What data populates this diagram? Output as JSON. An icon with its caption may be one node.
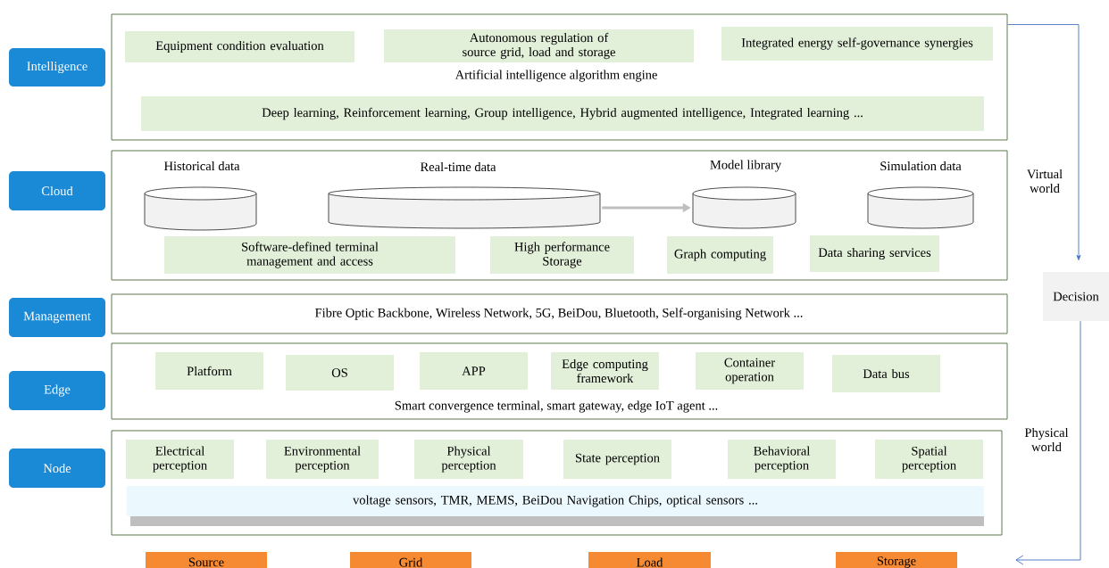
{
  "diagram": {
    "nodes": [
      {
        "text": [
          "Intelligence"
        ]
      },
      {
        "text": [
          "Artificial intelligence algorithm engine"
        ]
      },
      {
        "text": [
          "Equipment condition evaluation"
        ],
        "in": 1
      },
      {
        "text": [
          "Autonomous regulation of source grid, load and storage"
        ],
        "in": 1
      },
      {
        "text": [
          "Integrated energy self-governance synergies"
        ],
        "in": 1
      },
      {
        "text": [
          "Deep learning, Reinforcement learning, Group intelligence, Hybrid augmented intelligence, Integrated learning ..."
        ],
        "in": 1
      },
      {
        "text": [
          "Cloud"
        ]
      },
      {
        "text": [],
        "shape": "box"
      },
      {
        "text": [
          "Historical data"
        ],
        "in": 7
      },
      {
        "text": [
          "Real-time data"
        ],
        "in": 7
      },
      {
        "text": [
          "Model library"
        ],
        "in": 7
      },
      {
        "text": [
          "Simulation data"
        ],
        "in": 7
      },
      {
        "text": [
          "Software-defined terminal management and access"
        ],
        "in": 7
      },
      {
        "text": [
          "High performance Storage"
        ],
        "in": 7
      },
      {
        "text": [
          "Graph computing"
        ],
        "in": 7
      },
      {
        "text": [
          "Data sharing services"
        ],
        "in": 7
      },
      {
        "text": [
          "Decision"
        ]
      },
      {
        "text": [
          "Management"
        ]
      },
      {
        "text": [
          "Fibre Optic Backbone, Wireless Network, 5G, BeiDou, Bluetooth, Self-organising Network ..."
        ]
      },
      {
        "text": [
          "Edge"
        ]
      },
      {
        "text": [
          "Smart convergence terminal, smart gateway, edge IoT agent ..."
        ]
      },
      {
        "text": [
          "Platform"
        ],
        "in": 20
      },
      {
        "text": [
          "OS"
        ],
        "in": 20
      },
      {
        "text": [
          "APP"
        ],
        "in": 20
      },
      {
        "text": [
          "Edge computing framework"
        ],
        "in": 20
      },
      {
        "text": [
          "Container operation"
        ],
        "in": 20
      },
      {
        "text": [
          "Data bus"
        ],
        "in": 20
      },
      {
        "text": [
          "Node"
        ]
      },
      {
        "text": [],
        "shape": "box"
      },
      {
        "text": [
          "Electrical perception"
        ],
        "in": 28
      },
      {
        "text": [
          "Environmental perception"
        ],
        "in": 28
      },
      {
        "text": [
          "Physical perception"
        ],
        "in": 28
      },
      {
        "text": [
          "State perception"
        ],
        "in": 28
      },
      {
        "text": [
          "Behavioral perception"
        ],
        "in": 28
      },
      {
        "text": [
          "Spatial perception"
        ],
        "in": 28
      },
      {
        "text": [
          "voltage sensors, TMR,  MEMS,  BeiDou Navigation Chips, optical sensors  ..."
        ],
        "in": 28
      },
      {
        "text": [
          "Source"
        ]
      },
      {
        "text": [
          "Grid"
        ]
      },
      {
        "text": [
          "Load"
        ]
      },
      {
        "text": [
          "Storage"
        ]
      }
    ],
    "edges": [
      {
        "from": 9,
        "to": 10,
        "arrow": "to",
        "style": "thick",
        "color": "#bfbfbf"
      },
      {
        "from": 1,
        "to": 16,
        "arrow": "to"
      },
      {
        "from": 16,
        "to": null,
        "arrow": "to"
      }
    ],
    "labels": [
      "Virtual world",
      "Physical world"
    ]
  }
}
